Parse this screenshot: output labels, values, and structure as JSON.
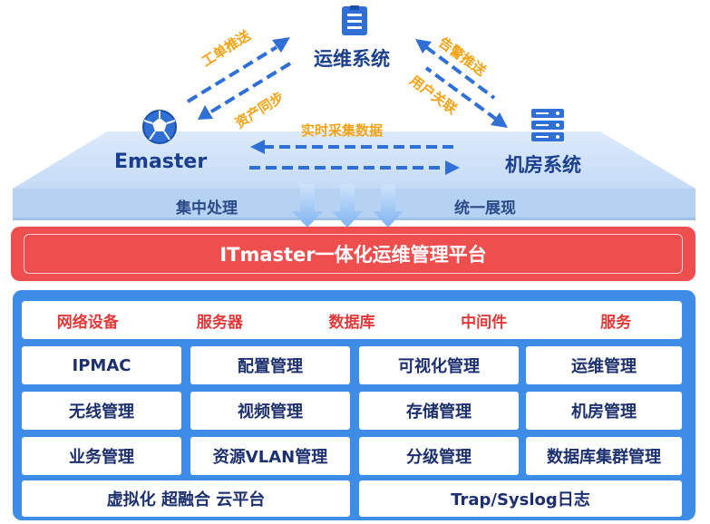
{
  "nodes": {
    "ops_system": "运维系统",
    "emaster": "Emaster",
    "datacenter_system": "机房系统"
  },
  "arrows": {
    "work_order_push": "工单推送",
    "asset_sync": "资产同步",
    "alarm_push": "告警推送",
    "user_link": "用户关联",
    "realtime_collect": "实时采集数据"
  },
  "bar": {
    "left": "集中处理",
    "right": "统一展现"
  },
  "platform": {
    "title": "ITmaster一体化运维管理平台"
  },
  "categories": [
    "网络设备",
    "服务器",
    "数据库",
    "中间件",
    "服务"
  ],
  "modules": {
    "row1": [
      "IPMAC",
      "配置管理",
      "可视化管理",
      "运维管理"
    ],
    "row2": [
      "无线管理",
      "视频管理",
      "存储管理",
      "机房管理"
    ],
    "row3": [
      "业务管理",
      "资源VLAN管理",
      "分级管理",
      "数据库集群管理"
    ],
    "row4": [
      "虚拟化 超融合 云平台",
      "Trap/Syslog日志"
    ]
  },
  "colors": {
    "platform_red": "#ef4e4e",
    "module_blue": "#3d8de6",
    "arrow_blue": "#2f6fd6",
    "label_orange": "#f5a316",
    "category_red": "#e23a3a"
  }
}
